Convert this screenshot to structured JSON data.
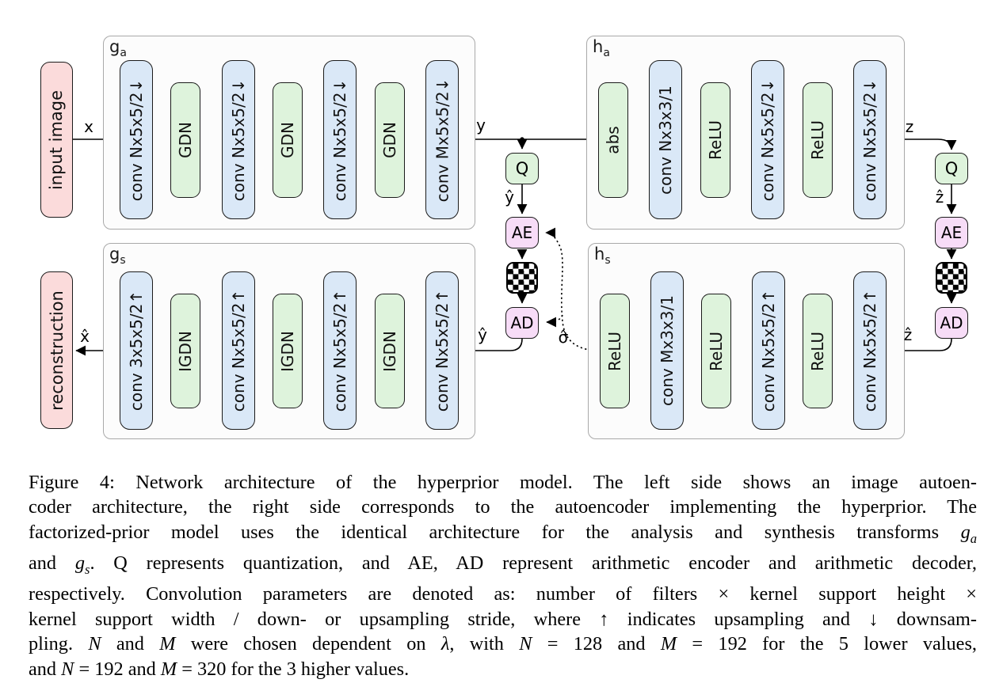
{
  "figure": {
    "containers": [
      {
        "id": "ga",
        "label": {
          "main": "g",
          "sub": "a"
        },
        "blocks": [
          {
            "type": "conv",
            "label": "conv Nx5x5/2↓"
          },
          {
            "type": "act",
            "label": "GDN"
          },
          {
            "type": "conv",
            "label": "conv Nx5x5/2↓"
          },
          {
            "type": "act",
            "label": "GDN"
          },
          {
            "type": "conv",
            "label": "conv Nx5x5/2↓"
          },
          {
            "type": "act",
            "label": "GDN"
          },
          {
            "type": "conv",
            "label": "conv Mx5x5/2↓"
          }
        ]
      },
      {
        "id": "ha",
        "label": {
          "main": "h",
          "sub": "a"
        },
        "blocks": [
          {
            "type": "act",
            "label": "abs"
          },
          {
            "type": "conv",
            "label": "conv Nx3x3/1"
          },
          {
            "type": "act",
            "label": "ReLU"
          },
          {
            "type": "conv",
            "label": "conv Nx5x5/2↓"
          },
          {
            "type": "act",
            "label": "ReLU"
          },
          {
            "type": "conv",
            "label": "conv Nx5x5/2↓"
          }
        ]
      },
      {
        "id": "gs",
        "label": {
          "main": "g",
          "sub": "s"
        },
        "blocks": [
          {
            "type": "conv",
            "label": "conv 3x5x5/2↑"
          },
          {
            "type": "act",
            "label": "IGDN"
          },
          {
            "type": "conv",
            "label": "conv Nx5x5/2↑"
          },
          {
            "type": "act",
            "label": "IGDN"
          },
          {
            "type": "conv",
            "label": "conv Nx5x5/2↑"
          },
          {
            "type": "act",
            "label": "IGDN"
          },
          {
            "type": "conv",
            "label": "conv Nx5x5/2↑"
          }
        ]
      },
      {
        "id": "hs",
        "label": {
          "main": "h",
          "sub": "s"
        },
        "blocks": [
          {
            "type": "act",
            "label": "ReLU"
          },
          {
            "type": "conv",
            "label": "conv Mx3x3/1"
          },
          {
            "type": "act",
            "label": "ReLU"
          },
          {
            "type": "conv",
            "label": "conv Nx5x5/2↑"
          },
          {
            "type": "act",
            "label": "ReLU"
          },
          {
            "type": "conv",
            "label": "conv Nx5x5/2↑"
          }
        ]
      }
    ],
    "io_boxes": [
      {
        "id": "input",
        "label": "input image"
      },
      {
        "id": "recon",
        "label": "reconstruction"
      }
    ],
    "codec_columns": [
      {
        "id": "mid",
        "quantizer": "Q",
        "encoder": "AE",
        "decoder": "AD"
      },
      {
        "id": "right",
        "quantizer": "Q",
        "encoder": "AE",
        "decoder": "AD"
      }
    ],
    "signal_labels": {
      "x": "x",
      "y": "y",
      "z": "z",
      "x_hat": "x̂",
      "y_hat": "ŷ",
      "z_hat": "ẑ",
      "sigma_hat": "σ̂"
    },
    "colors": {
      "conv_fill": "#dae8f7",
      "act_fill": "#def3dc",
      "io_fill": "#fbdbdb",
      "codec_fill": "#f7dcf7",
      "block_border": "#1b1b1b",
      "container_fill": "#fcfcfc",
      "container_border": "#a9a9a9"
    }
  },
  "caption": {
    "lines": [
      [
        {
          "t": "Figure 4: Network architecture of the hyperprior model. The left side shows an image autoen-"
        }
      ],
      [
        {
          "t": "coder architecture, the right side corresponds to the autoencoder implementing the hyperprior. The"
        }
      ],
      [
        {
          "t": "factorized-prior model uses the identical architecture for the analysis and synthesis transforms "
        },
        {
          "t": "g",
          "i": true,
          "sub": "a"
        }
      ],
      [
        {
          "t": "and "
        },
        {
          "t": "g",
          "i": true,
          "sub": "s"
        },
        {
          "t": ". Q represents quantization, and AE, AD represent arithmetic encoder and arithmetic decoder,"
        }
      ],
      [
        {
          "t": "respectively. Convolution parameters are denoted as: number of filters × kernel support height ×"
        }
      ],
      [
        {
          "t": "kernel support width / down- or upsampling stride, where ↑ indicates upsampling and ↓ downsam-"
        }
      ],
      [
        {
          "t": "pling. "
        },
        {
          "t": "N",
          "i": true
        },
        {
          "t": " and "
        },
        {
          "t": "M",
          "i": true
        },
        {
          "t": " were chosen dependent on "
        },
        {
          "t": "λ",
          "i": true
        },
        {
          "t": ", with "
        },
        {
          "t": "N",
          "i": true
        },
        {
          "t": " = 128 and "
        },
        {
          "t": "M",
          "i": true
        },
        {
          "t": " = 192 for the 5 lower values,"
        }
      ],
      [
        {
          "t": "and "
        },
        {
          "t": "N",
          "i": true
        },
        {
          "t": " = 192 and "
        },
        {
          "t": "M",
          "i": true
        },
        {
          "t": " = 320 for the 3 higher values."
        }
      ]
    ]
  }
}
